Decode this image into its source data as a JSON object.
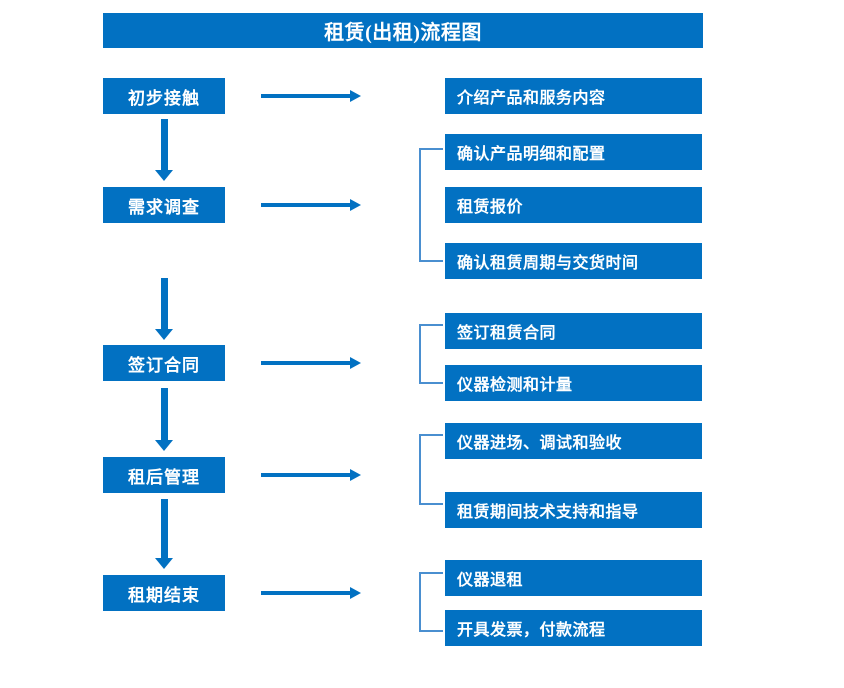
{
  "diagram": {
    "title": "租赁(出租)流程图",
    "accent_color": "#0271c2",
    "bracket_color": "#4a8fd0",
    "text_color": "#ffffff",
    "background_color": "#ffffff"
  },
  "stages": [
    {
      "label": "初步接触"
    },
    {
      "label": "需求调查"
    },
    {
      "label": "签订合同"
    },
    {
      "label": "租后管理"
    },
    {
      "label": "租期结束"
    }
  ],
  "details": [
    {
      "label": "介绍产品和服务内容"
    },
    {
      "label": "确认产品明细和配置"
    },
    {
      "label": "租赁报价"
    },
    {
      "label": "确认租赁周期与交货时间"
    },
    {
      "label": "签订租赁合同"
    },
    {
      "label": "仪器检测和计量"
    },
    {
      "label": "仪器进场、调试和验收"
    },
    {
      "label": "租赁期间技术支持和指导"
    },
    {
      "label": "仪器退租"
    },
    {
      "label": "开具发票，付款流程"
    }
  ],
  "groups": [
    {
      "stage": "初步接触",
      "details": [
        "介绍产品和服务内容"
      ]
    },
    {
      "stage": "需求调查",
      "details": [
        "确认产品明细和配置",
        "租赁报价",
        "确认租赁周期与交货时间"
      ]
    },
    {
      "stage": "签订合同",
      "details": [
        "签订租赁合同",
        "仪器检测和计量"
      ]
    },
    {
      "stage": "租后管理",
      "details": [
        "仪器进场、调试和验收",
        "租赁期间技术支持和指导"
      ]
    },
    {
      "stage": "租期结束",
      "details": [
        "仪器退租",
        "开具发票，付款流程"
      ]
    }
  ]
}
